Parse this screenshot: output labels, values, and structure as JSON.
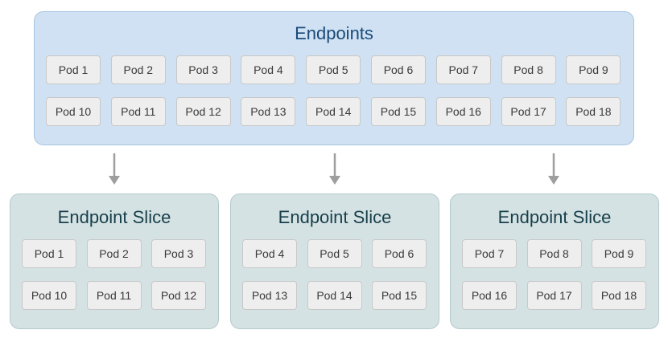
{
  "endpoints": {
    "title": "Endpoints",
    "pods": [
      "Pod 1",
      "Pod 2",
      "Pod 3",
      "Pod 4",
      "Pod 5",
      "Pod 6",
      "Pod 7",
      "Pod 8",
      "Pod 9",
      "Pod 10",
      "Pod 11",
      "Pod 12",
      "Pod 13",
      "Pod 14",
      "Pod 15",
      "Pod 16",
      "Pod 17",
      "Pod 18"
    ]
  },
  "slices": [
    {
      "title": "Endpoint Slice",
      "pods": [
        "Pod 1",
        "Pod 2",
        "Pod 3",
        "Pod 10",
        "Pod 11",
        "Pod 12"
      ]
    },
    {
      "title": "Endpoint Slice",
      "pods": [
        "Pod 4",
        "Pod 5",
        "Pod 6",
        "Pod 13",
        "Pod 14",
        "Pod 15"
      ]
    },
    {
      "title": "Endpoint Slice",
      "pods": [
        "Pod 7",
        "Pod 8",
        "Pod 9",
        "Pod 16",
        "Pod 17",
        "Pod 18"
      ]
    }
  ],
  "colors": {
    "endpoints_bg": "#cfe1f2",
    "slice_bg": "#d5e2e4",
    "pod_bg": "#eeeeee",
    "arrow": "#9e9e9e"
  }
}
